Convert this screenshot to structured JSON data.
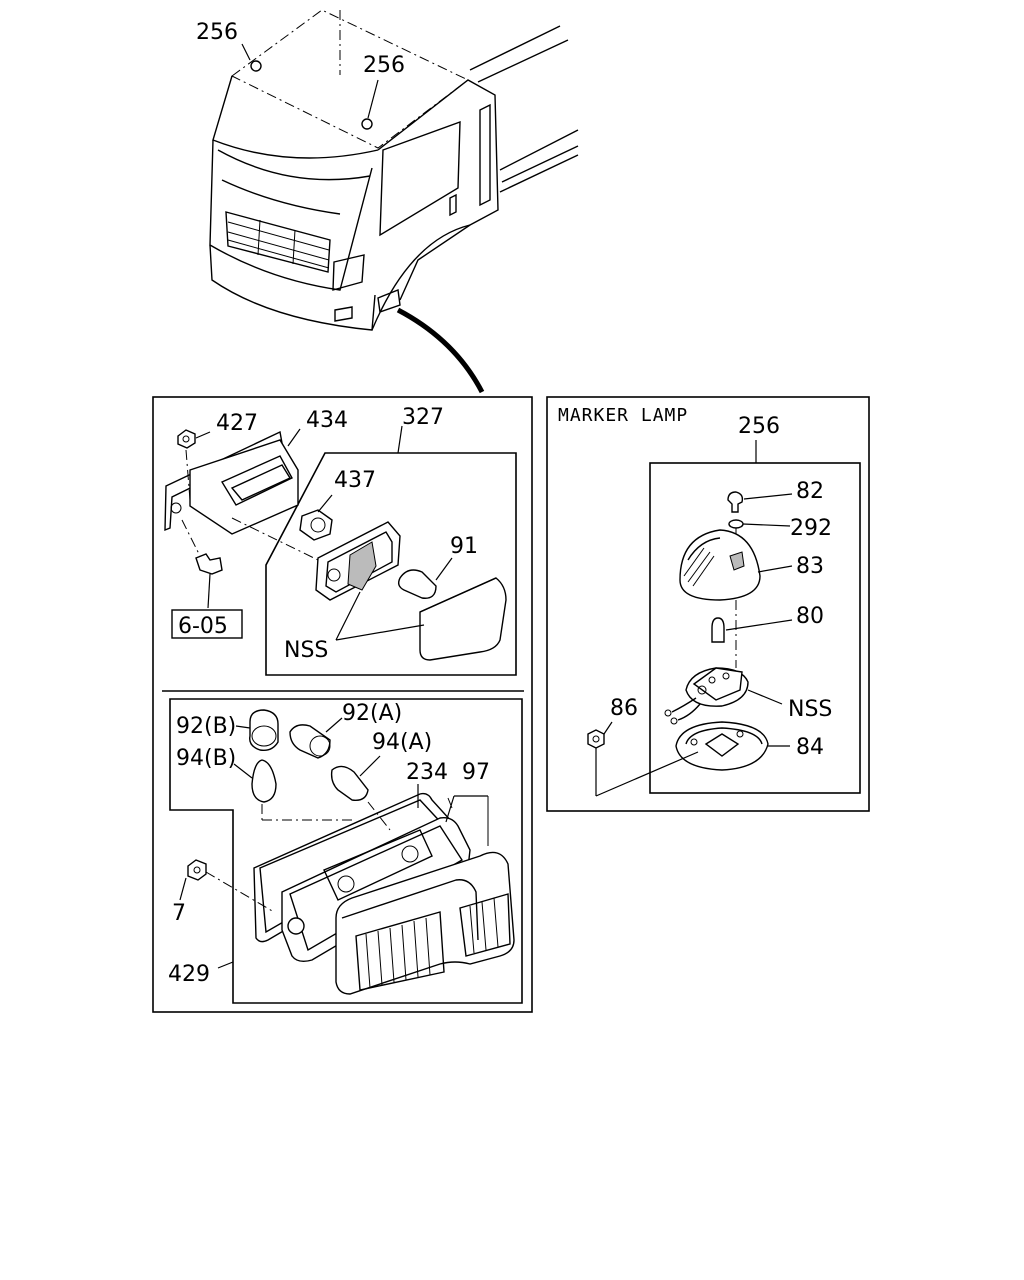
{
  "diagram": {
    "marker_lamp_title": "MARKER LAMP",
    "callouts": {
      "c256_top_left": "256",
      "c256_top_right": "256",
      "c427": "427",
      "c434": "434",
      "c327": "327",
      "c437": "437",
      "c91": "91",
      "c605": "6-05",
      "c_nss_left": "NSS",
      "c92b": "92(B)",
      "c92a": "92(A)",
      "c94b": "94(B)",
      "c94a": "94(A)",
      "c234": "234",
      "c97": "97",
      "c7": "7",
      "c429": "429",
      "c256_marker": "256",
      "c82": "82",
      "c292": "292",
      "c83": "83",
      "c80": "80",
      "c86": "86",
      "c_nss_right": "NSS",
      "c84": "84"
    }
  }
}
